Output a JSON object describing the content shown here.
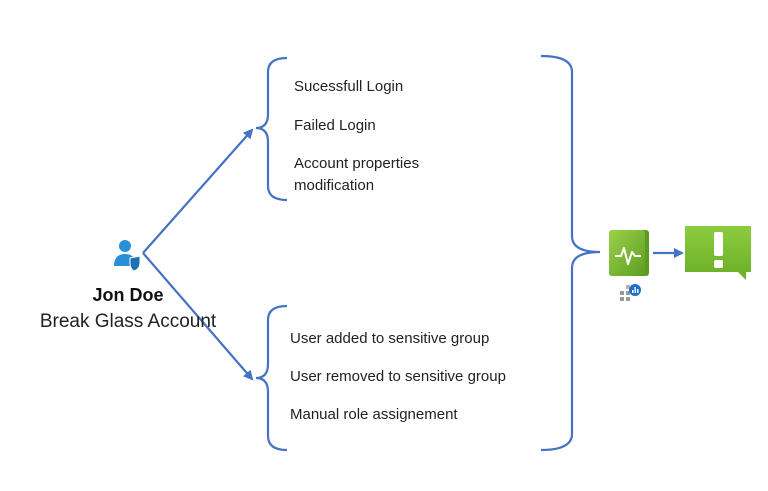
{
  "user": {
    "name": "Jon Doe",
    "role": "Break Glass Account",
    "icon": "user-shield-icon"
  },
  "events_top": [
    "Sucessfull Login",
    "Failed Login",
    "Account properties modification"
  ],
  "events_bottom": [
    "User added to sensitive group",
    "User removed to sensitive group",
    "Manual role assignement"
  ],
  "icons": {
    "workbook": "workbook-monitor-icon",
    "badge": "analytics-badge-icon",
    "alert": "alert-icon"
  },
  "colors": {
    "line": "#4472C4",
    "green_light": "#8CC63F",
    "green_dark": "#5A9A1E",
    "user_blue": "#2B8FD8"
  }
}
